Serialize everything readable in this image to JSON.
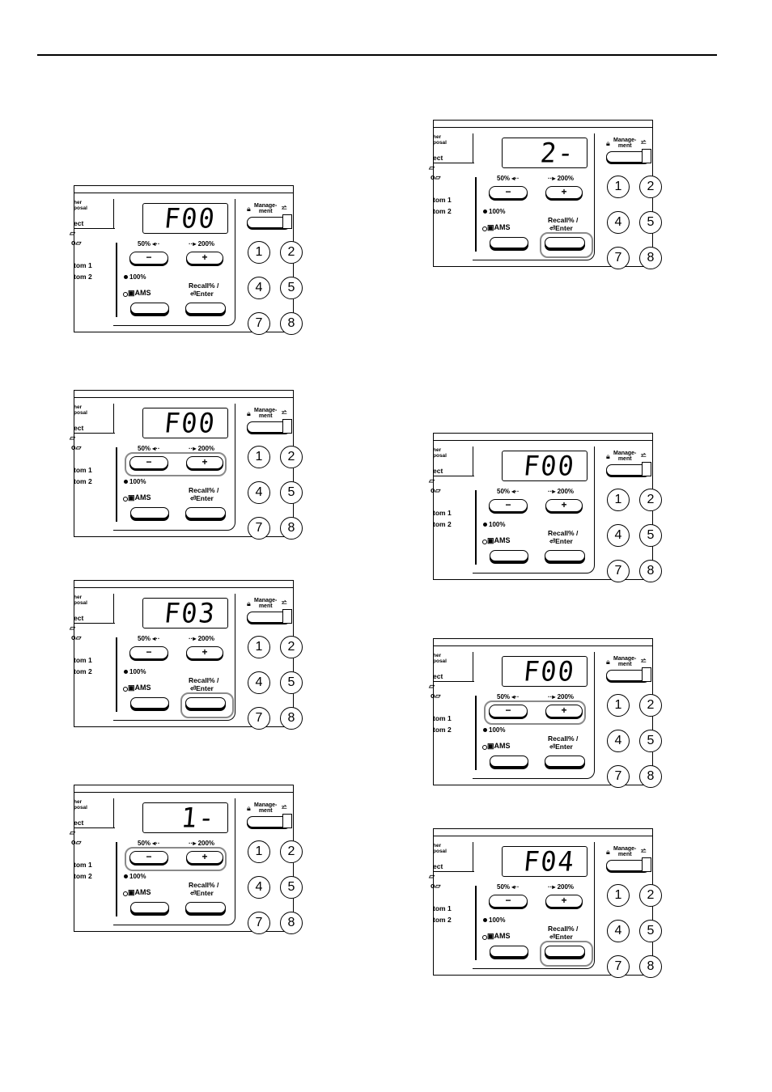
{
  "panel_labels": {
    "side_top": "her",
    "side_posal": "posal",
    "side_ect": "ect",
    "side_custom1": "tom 1",
    "side_custom2": "tom 2",
    "zoom_down": "50%",
    "zoom_up": "200%",
    "full": "100%",
    "ams": "AMS",
    "recall_line1": "Recall%",
    "recall_line2": "Enter",
    "management_line1": "Manage-",
    "management_line2": "ment",
    "minus": "−",
    "plus": "+",
    "keys": [
      "1",
      "2",
      "4",
      "5",
      "7",
      "8"
    ]
  },
  "panels": [
    {
      "id": "left-1",
      "display": "F00",
      "highlight": "none"
    },
    {
      "id": "left-2",
      "display": "F00",
      "highlight": "plus-minus"
    },
    {
      "id": "left-3",
      "display": "F03",
      "highlight": "enter"
    },
    {
      "id": "left-4",
      "display": "1-",
      "highlight": "plus-minus"
    },
    {
      "id": "right-1",
      "display": "2-",
      "highlight": "enter"
    },
    {
      "id": "right-2",
      "display": "F00",
      "highlight": "none"
    },
    {
      "id": "right-3",
      "display": "F00",
      "highlight": "plus-minus"
    },
    {
      "id": "right-4",
      "display": "F04",
      "highlight": "enter"
    }
  ],
  "colors": {
    "highlight_ring": "#8a8a8a",
    "ink": "#000000"
  }
}
